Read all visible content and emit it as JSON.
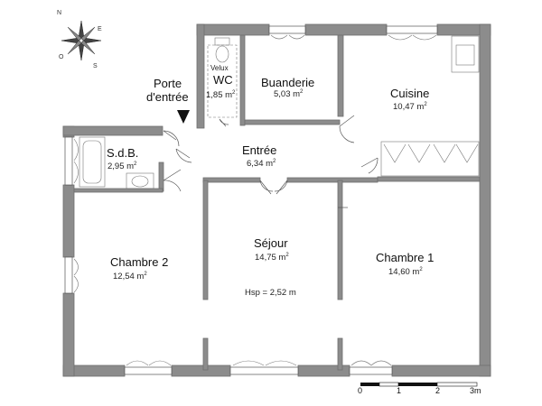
{
  "colors": {
    "wall": "#8c8c8c",
    "wall_edge": "#6e6e6e",
    "ink": "#111111",
    "fixture": "#777777"
  },
  "compass": {
    "n": "N",
    "e": "E",
    "s": "S",
    "o": "O"
  },
  "entrance": {
    "label_line1": "Porte",
    "label_line2": "d'entrée"
  },
  "rooms": {
    "wc": {
      "name": "WC",
      "area": "1,85 m",
      "note": "Velux"
    },
    "buanderie": {
      "name": "Buanderie",
      "area": "5,03 m"
    },
    "cuisine": {
      "name": "Cuisine",
      "area": "10,47 m"
    },
    "sdb": {
      "name": "S.d.B.",
      "area": "2,95 m"
    },
    "entree": {
      "name": "Entrée",
      "area": "6,34 m"
    },
    "chambre2": {
      "name": "Chambre 2",
      "area": "12,54 m"
    },
    "sejour": {
      "name": "Séjour",
      "area": "14,75 m",
      "ceiling": "Hsp = 2,52 m"
    },
    "chambre1": {
      "name": "Chambre 1",
      "area": "14,60 m"
    }
  },
  "area_unit_exp": "2",
  "scale": {
    "ticks": [
      "0",
      "1",
      "2",
      "3m"
    ]
  }
}
